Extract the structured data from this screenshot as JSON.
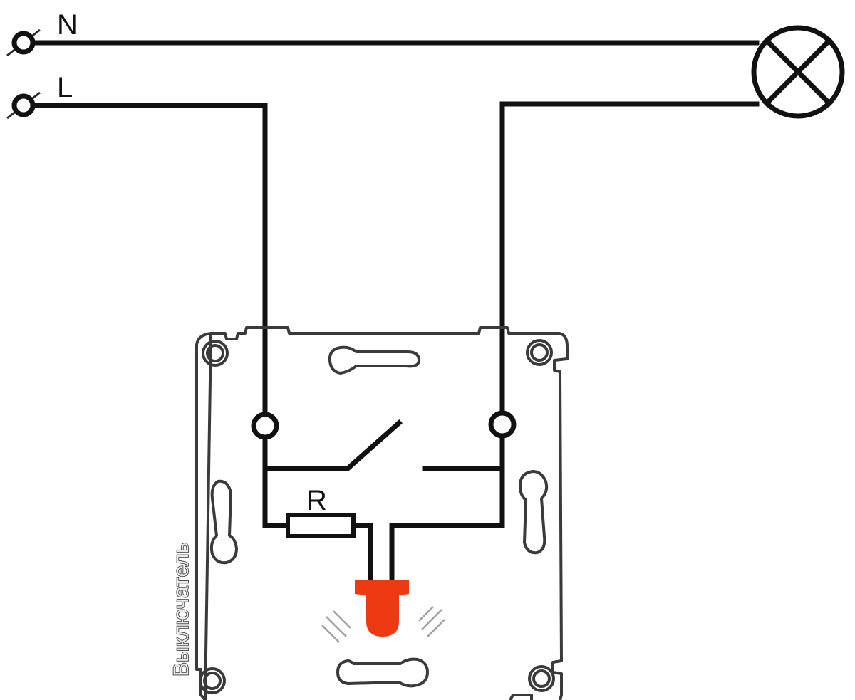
{
  "labels": {
    "neutral": "N",
    "line": "L",
    "resistor": "R",
    "device_caption": "Выключатель"
  },
  "colors": {
    "wire": "#111111",
    "indicator_led": "#ee3a12",
    "background": "#ffffff"
  },
  "icons": {
    "lamp": "lamp-icon",
    "led": "led-indicator-icon",
    "switch": "switch-contact-icon",
    "resistor": "resistor-icon"
  }
}
